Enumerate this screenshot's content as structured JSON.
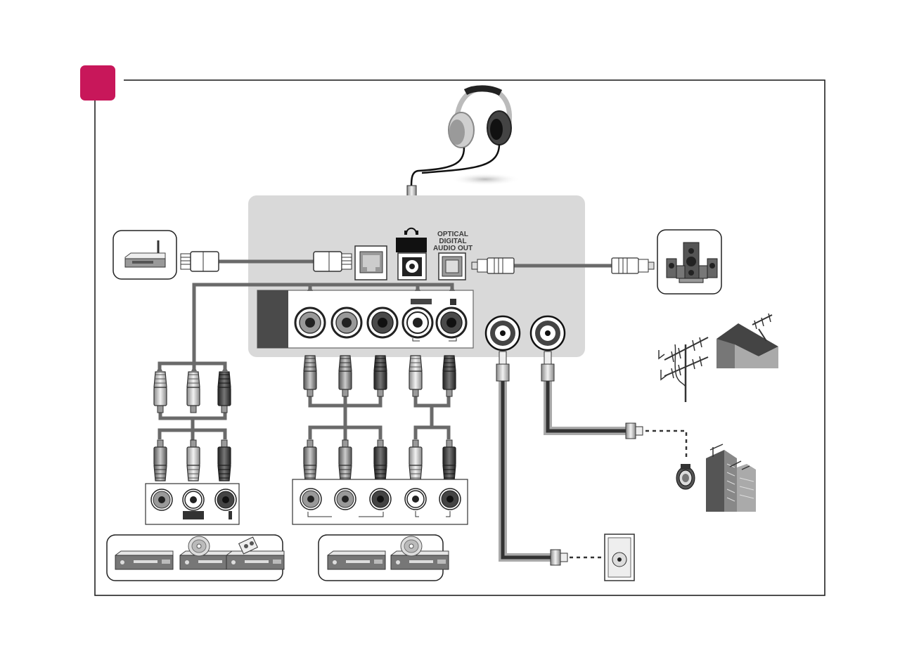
{
  "panel": {
    "optical_label_line1": "OPTICAL",
    "optical_label_line2": "DIGITAL",
    "optical_label_line3": "AUDIO OUT"
  },
  "colors": {
    "accent": "#c8175a",
    "frame": "#222222",
    "panel": "#d9d9d9",
    "cable": "#6a6a6a",
    "cable_dark": "#333333"
  },
  "icons": {
    "headphones": "headphones-icon",
    "router": "router-icon",
    "speakers": "speaker-system-icon",
    "antenna": "antenna-icon",
    "wall_outlet": "antenna-wall-outlet-icon",
    "dvd": "dvd-player-icon",
    "vcr": "vcr-icon"
  }
}
